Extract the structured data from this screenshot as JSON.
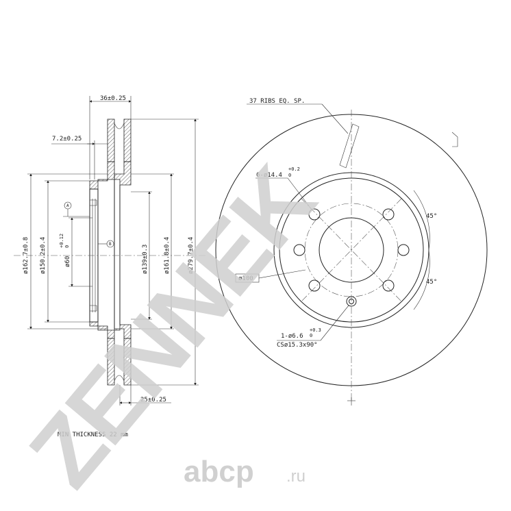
{
  "dimensions": {
    "overall_width": "36±0.25",
    "flange_offset": "7.2±0.25",
    "disc_thickness": "25±0.25",
    "dia_162": "ø162.7±0.8",
    "dia_150": "ø150.2±0.4",
    "dia_60": "ø60",
    "dia_60_tol": "+0.12",
    "dia_60_tol_low": "0",
    "dia_139": "ø139±0.3",
    "dia_161": "ø161.8±0.4",
    "dia_279": "ø279.7±0.4"
  },
  "datums": {
    "a": "A",
    "b": "B"
  },
  "front_view": {
    "ribs": "37 RIBS EQ. SP.",
    "bolt_holes": "6-ø14.4",
    "bolt_tol_high": "+0.2",
    "bolt_tol_low": "0",
    "pcd": "ø100",
    "angle_top": "45°",
    "angle_bottom": "45°",
    "small_hole": "1-ø6.6",
    "small_hole_tol_high": "+0.3",
    "small_hole_tol_low": "0",
    "countersink": "CSø15.3x90°"
  },
  "notes": {
    "min_thickness": "MIN THICKNESS 22 mm"
  },
  "watermark": {
    "brand": "ZENNEK",
    "logo": "abcp",
    "logo_suffix": ".ru"
  }
}
